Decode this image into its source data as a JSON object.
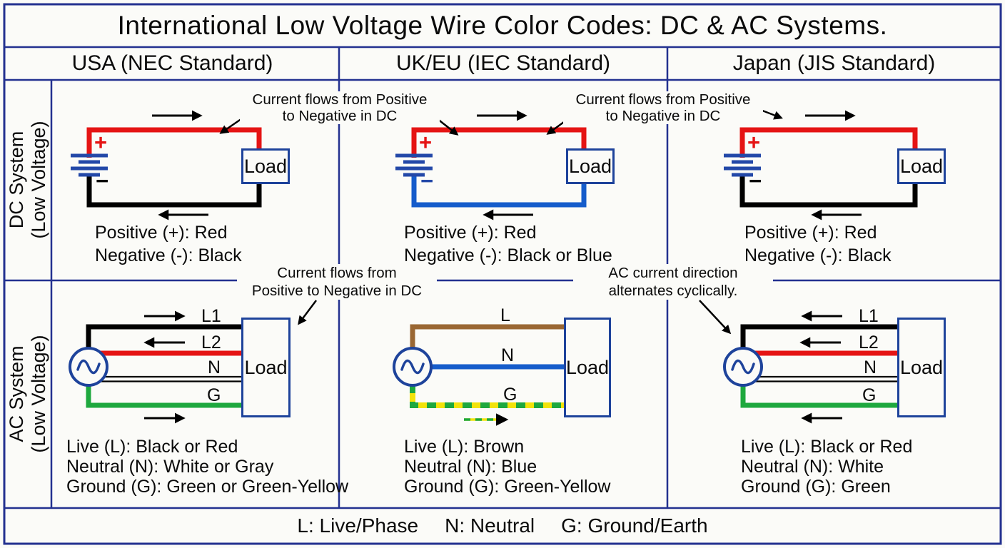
{
  "title": "International Low Voltage Wire Color Codes: DC & AC Systems.",
  "columns": [
    {
      "header": "USA (NEC Standard)"
    },
    {
      "header": "UK/EU (IEC Standard)"
    },
    {
      "header": "Japan (JIS Standard)"
    }
  ],
  "rows": [
    {
      "label_line1": "DC System",
      "label_line2": "(Low Voltage)"
    },
    {
      "label_line1": "AC System",
      "label_line2": "(Low Voltage)"
    }
  ],
  "annotations": {
    "dc_left": {
      "line1": "Current flows from Positive",
      "line2": "to Negative in DC"
    },
    "dc_right": {
      "line1": "Current flows from Positive",
      "line2": "to Negative in DC"
    },
    "mid_left": {
      "line1": "Current flows from",
      "line2": "Positive to Negative in DC"
    },
    "mid_right": {
      "line1": "AC current direction",
      "line2": "alternates cyclically."
    }
  },
  "dc": {
    "usa": {
      "plus": "+",
      "minus": "−",
      "load": "Load",
      "caption1": "Positive (+): Red",
      "caption2": "Negative (-): Black"
    },
    "ukeu": {
      "plus": "+",
      "minus": "−",
      "load": "Load",
      "caption1": "Positive (+): Red",
      "caption2": "Negative (-): Black or Blue"
    },
    "japan": {
      "plus": "+",
      "minus": "−",
      "load": "Load",
      "caption1": "Positive (+): Red",
      "caption2": "Negative (-): Black"
    }
  },
  "ac": {
    "usa": {
      "load": "Load",
      "wire_labels": [
        "L1",
        "L2",
        "N",
        "G"
      ],
      "caption1": "Live (L): Black or Red",
      "caption2": "Neutral (N): White or Gray",
      "caption3": "Ground (G): Green or Green-Yellow"
    },
    "ukeu": {
      "load": "Load",
      "wire_labels": [
        "L",
        "N",
        "G"
      ],
      "caption1": "Live (L): Brown",
      "caption2": "Neutral (N): Blue",
      "caption3": "Ground (G): Green-Yellow"
    },
    "japan": {
      "load": "Load",
      "wire_labels": [
        "L1",
        "L2",
        "N",
        "G"
      ],
      "caption1": "Live (L): Black or Red",
      "caption2": "Neutral (N): White",
      "caption3": "Ground (G): Green"
    }
  },
  "footer": {
    "l": "L: Live/Phase",
    "n": "N: Neutral",
    "g": "G: Ground/Earth"
  },
  "colors": {
    "grid_navy": "#233190",
    "component_navy": "#1e439b",
    "battery_navy": "#2348a8",
    "wire_red": "#e51414",
    "wire_blue": "#155ccb",
    "wire_green": "#1ea83e",
    "wire_brown": "#9a6733",
    "wire_yellow": "#f2e30a",
    "wire_black": "#000000"
  }
}
